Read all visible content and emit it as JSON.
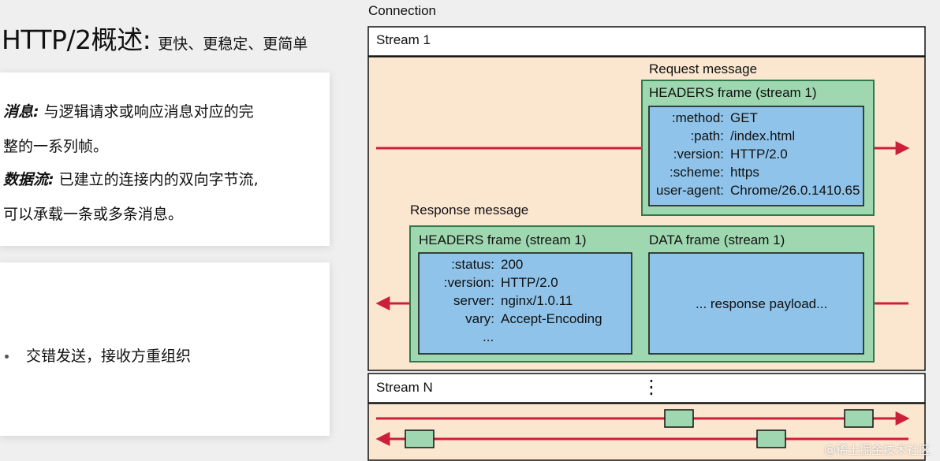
{
  "slide": {
    "title_main": "HTTP/2概述",
    "title_colon": ":",
    "title_sub": "更快、更稳定、更简单",
    "definitions": [
      {
        "term": "消息:",
        "lines": [
          "与逻辑请求或响应消息对应的完",
          "整的一系列帧。"
        ]
      },
      {
        "term": "数据流:",
        "lines": [
          "已建立的连接内的双向字节流,",
          "可以承载一条或多条消息。"
        ]
      }
    ],
    "bullet": "交错发送，接收方重组织"
  },
  "diagram": {
    "connection_label": "Connection",
    "stream1_label": "Stream 1",
    "request_message_label": "Request message",
    "request_headers_label": "HEADERS frame (stream 1)",
    "request_headers": [
      {
        "key": ":method:",
        "value": "GET"
      },
      {
        "key": ":path:",
        "value": "/index.html"
      },
      {
        "key": ":version:",
        "value": "HTTP/2.0"
      },
      {
        "key": ":scheme:",
        "value": "https"
      },
      {
        "key": "user-agent:",
        "value": "Chrome/26.0.1410.65"
      }
    ],
    "response_message_label": "Response message",
    "response_headers_label": "HEADERS frame (stream 1)",
    "response_headers": [
      {
        "key": ":status:",
        "value": "200"
      },
      {
        "key": ":version:",
        "value": "HTTP/2.0"
      },
      {
        "key": "server:",
        "value": "nginx/1.0.11"
      },
      {
        "key": "vary:",
        "value": "Accept-Encoding"
      },
      {
        "key": "",
        "value": "..."
      }
    ],
    "data_frame_label": "DATA frame (stream 1)",
    "data_payload": "... response payload...",
    "streamN_label": "Stream N",
    "vertical_ellipsis": "⋮"
  },
  "colors": {
    "stream_bg": "#fbe6d0",
    "frame_green": "#9fd8b0",
    "frame_green_border": "#2f7a4a",
    "frame_blue": "#8fc3e9",
    "arrow_red": "#cc1f3a"
  },
  "watermark": "@稀土掘金技术社区"
}
